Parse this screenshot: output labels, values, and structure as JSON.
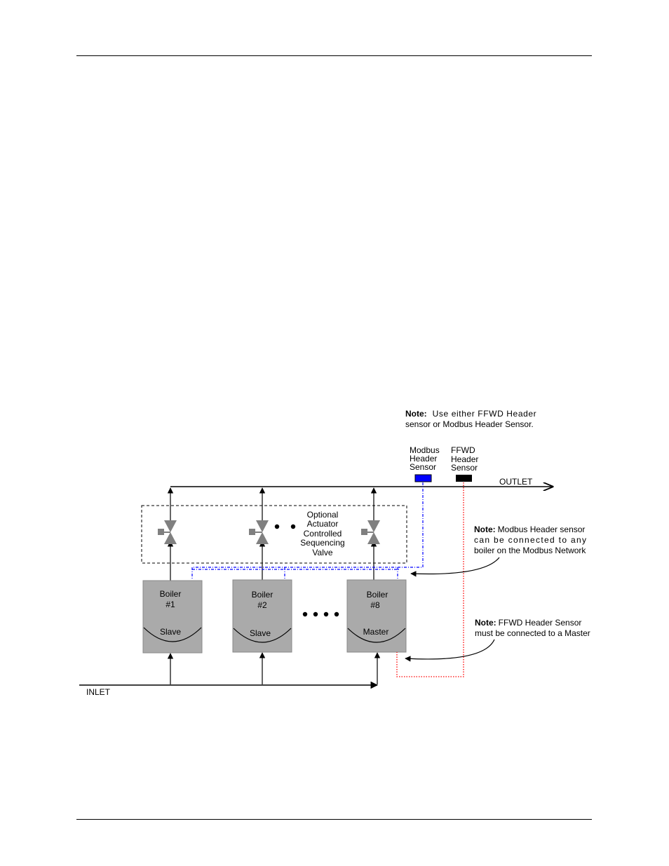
{
  "notes": {
    "top": {
      "label": "Note:",
      "line1": "Use either FFWD Header",
      "line2": "sensor or Modbus Header Sensor."
    },
    "modbus": {
      "label": "Note:",
      "line1": "Modbus Header sensor",
      "line2": "can be connected to any",
      "line3": "boiler on the Modbus Network"
    },
    "ffwd": {
      "label": "Note:",
      "line1": "FFWD Header Sensor",
      "line2": "must be connected to a Master"
    }
  },
  "sensors": {
    "modbus": {
      "lines": [
        "Modbus",
        "Header",
        "Sensor"
      ],
      "color": "#0000ff"
    },
    "ffwd": {
      "lines": [
        "FFWD",
        "Header",
        "Sensor"
      ],
      "color": "#000000"
    }
  },
  "labels": {
    "outlet": "OUTLET",
    "inlet": "INLET",
    "valve_box": [
      "Optional",
      "Actuator",
      "Controlled",
      "Sequencing",
      "Valve"
    ]
  },
  "boilers": [
    {
      "name": "Boiler",
      "number": "#1",
      "role": "Slave"
    },
    {
      "name": "Boiler",
      "number": "#2",
      "role": "Slave"
    },
    {
      "name": "Boiler",
      "number": "#8",
      "role": "Master"
    }
  ],
  "colors": {
    "boiler_fill": "#aaaaaa",
    "valve_fill": "#808080",
    "modbus_wire": "#0000ff",
    "ffwd_wire": "#ff0000"
  }
}
